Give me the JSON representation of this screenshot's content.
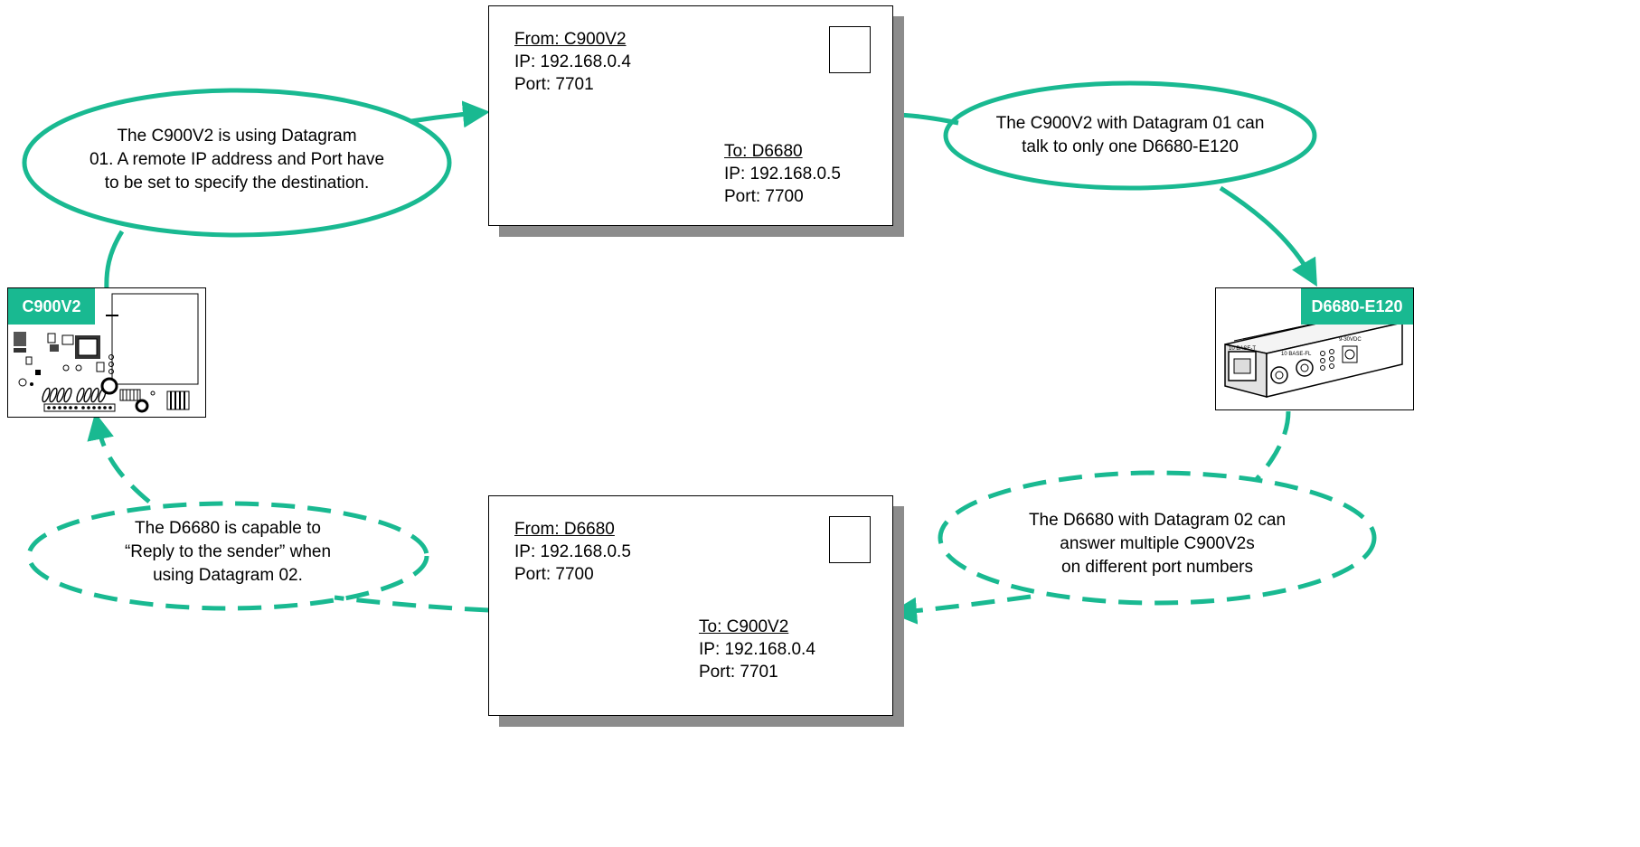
{
  "envelope_top": {
    "from_heading": "From: C900V2",
    "from_ip": "IP: 192.168.0.4",
    "from_port": "Port: 7701",
    "to_heading": "To: D6680",
    "to_ip": "IP: 192.168.0.5",
    "to_port": "Port: 7700"
  },
  "envelope_bottom": {
    "from_heading": "From: D6680",
    "from_ip": "IP: 192.168.0.5",
    "from_port": "Port: 7700",
    "to_heading": "To: C900V2",
    "to_ip": "IP: 192.168.0.4",
    "to_port": "Port: 7701"
  },
  "bubbles": {
    "top_left": [
      "The C900V2 is using Datagram",
      "01. A remote IP address and Port have",
      "to be set to specify the destination."
    ],
    "top_right": [
      "The C900V2 with Datagram 01 can",
      "talk to only one D6680-E120"
    ],
    "bottom_left": [
      "The D6680 is capable to",
      "“Reply to the sender” when",
      "using Datagram 02."
    ],
    "bottom_right": [
      "The D6680 with Datagram 02 can",
      "answer multiple C900V2s",
      "on different port numbers"
    ]
  },
  "devices": {
    "left_label": "C900V2",
    "right_label": "D6680-E120",
    "right_panel": {
      "port_label": "10 BASE-T",
      "fiber_label": "10 BASE-FL",
      "power_label": "9-30VDC"
    }
  },
  "colors": {
    "accent": "#19b991",
    "shadow": "#8c8c8c"
  }
}
